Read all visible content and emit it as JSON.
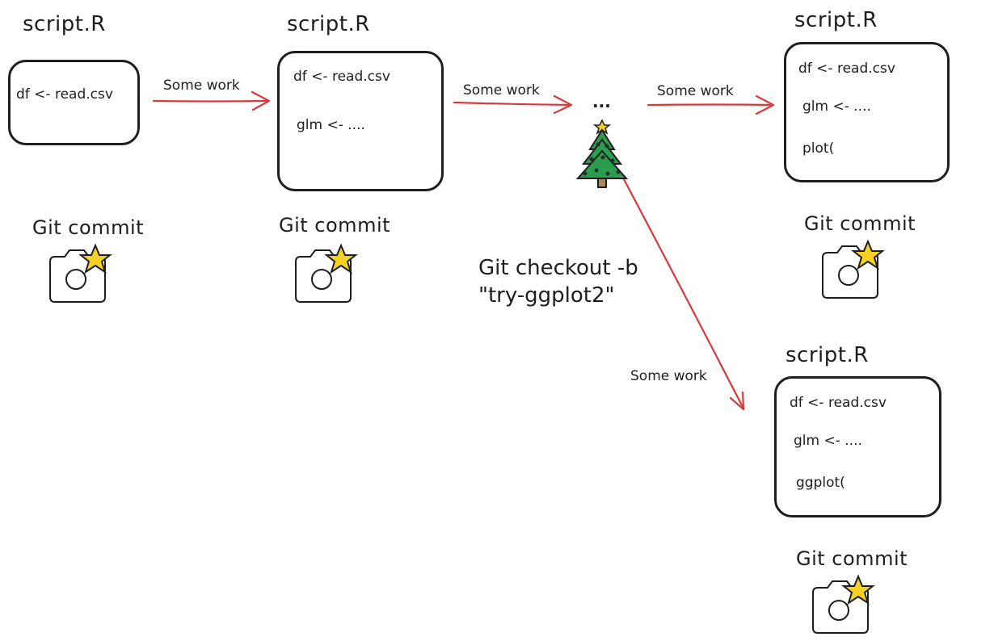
{
  "colors": {
    "arrow": "#d63a3a",
    "stroke": "#1e1e1e",
    "star": "#f5d222",
    "tree": "#2a9d4f"
  },
  "arrow_label": "Some work",
  "ellipsis": "...",
  "checkout": {
    "line1": "Git checkout -b",
    "line2": "\"try-ggplot2\""
  },
  "commit_label": "Git commit",
  "snapshots": [
    {
      "title": "script.R",
      "lines": [
        "df <- read.csv"
      ]
    },
    {
      "title": "script.R",
      "lines": [
        "df <- read.csv",
        "glm <- ...."
      ]
    },
    {
      "title": "script.R",
      "lines": [
        "df <- read.csv",
        "glm <- ....",
        "plot("
      ]
    },
    {
      "title": "script.R",
      "lines": [
        "df <- read.csv",
        "glm <- ....",
        "ggplot("
      ]
    }
  ]
}
